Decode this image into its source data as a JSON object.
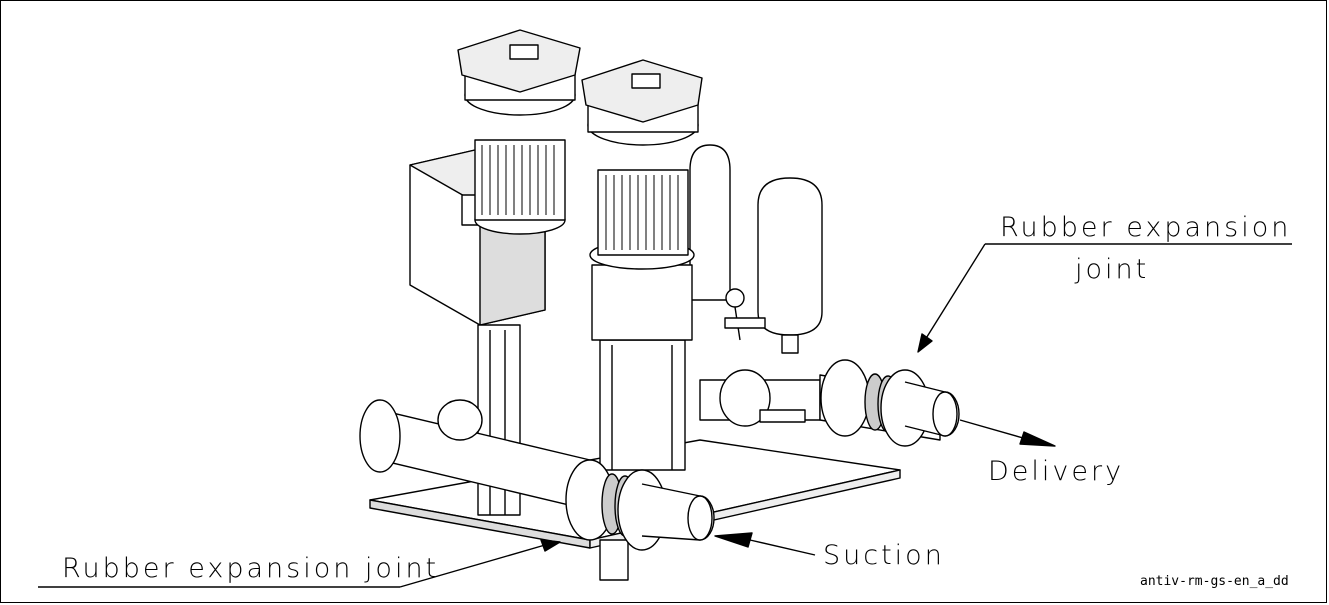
{
  "labels": {
    "rubber_joint_top_line1": "Rubber expansion",
    "rubber_joint_top_line2": "joint",
    "rubber_joint_bottom": "Rubber expansion joint",
    "delivery": "Delivery",
    "suction": "Suction",
    "drawing_ref": "antiv-rm-gs-en_a_dd"
  }
}
